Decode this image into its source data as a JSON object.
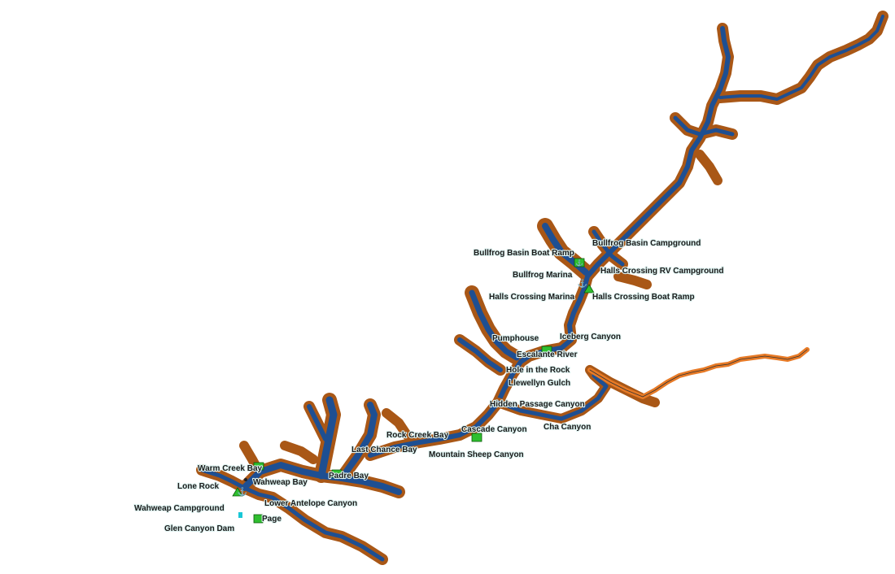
{
  "map": {
    "colors": {
      "background": "#ffffff",
      "shoreline": "#a95716",
      "water": "#1e4f92",
      "river": "#e77a26",
      "poi_green": "#2fbf2f",
      "poi_cyan": "#19c7d6"
    },
    "labels": {
      "bullfrog_basin_campground": "Bullfrog Basin Campground",
      "bullfrog_basin_boat_ramp": "Bullfrog Basin Boat Ramp",
      "halls_crossing_rv_campground": "Halls Crossing RV Campground",
      "bullfrog_marina": "Bullfrog Marina",
      "halls_crossing_marina": "Halls Crossing Marina",
      "halls_crossing_boat_ramp": "Halls Crossing Boat Ramp",
      "pumphouse": "Pumphouse",
      "iceberg_canyon": "Iceberg Canyon",
      "escalante_river": "Escalante River",
      "hole_in_the_rock": "Hole in the Rock",
      "llewellyn_gulch": "Llewellyn Gulch",
      "hidden_passage_canyon": "Hidden Passage Canyon",
      "cascade_canyon": "Cascade Canyon",
      "cha_canyon": "Cha Canyon",
      "rock_creek_bay": "Rock Creek Bay",
      "last_chance_bay": "Last Chance Bay",
      "mountain_sheep_canyon": "Mountain Sheep Canyon",
      "warm_creek_bay": "Warm Creek Bay",
      "lone_rock": "Lone Rock",
      "wahweap_bay": "Wahweap Bay",
      "padre_bay": "Padre Bay",
      "wahweap_campground": "Wahweap Campground",
      "lower_antelope_canyon": "Lower Antelope Canyon",
      "page": "Page",
      "glen_canyon_dam": "Glen Canyon Dam"
    },
    "icons": [
      "anchor-icon",
      "campground-icon",
      "boat-ramp-icon",
      "marina-icon",
      "dam-icon"
    ]
  }
}
